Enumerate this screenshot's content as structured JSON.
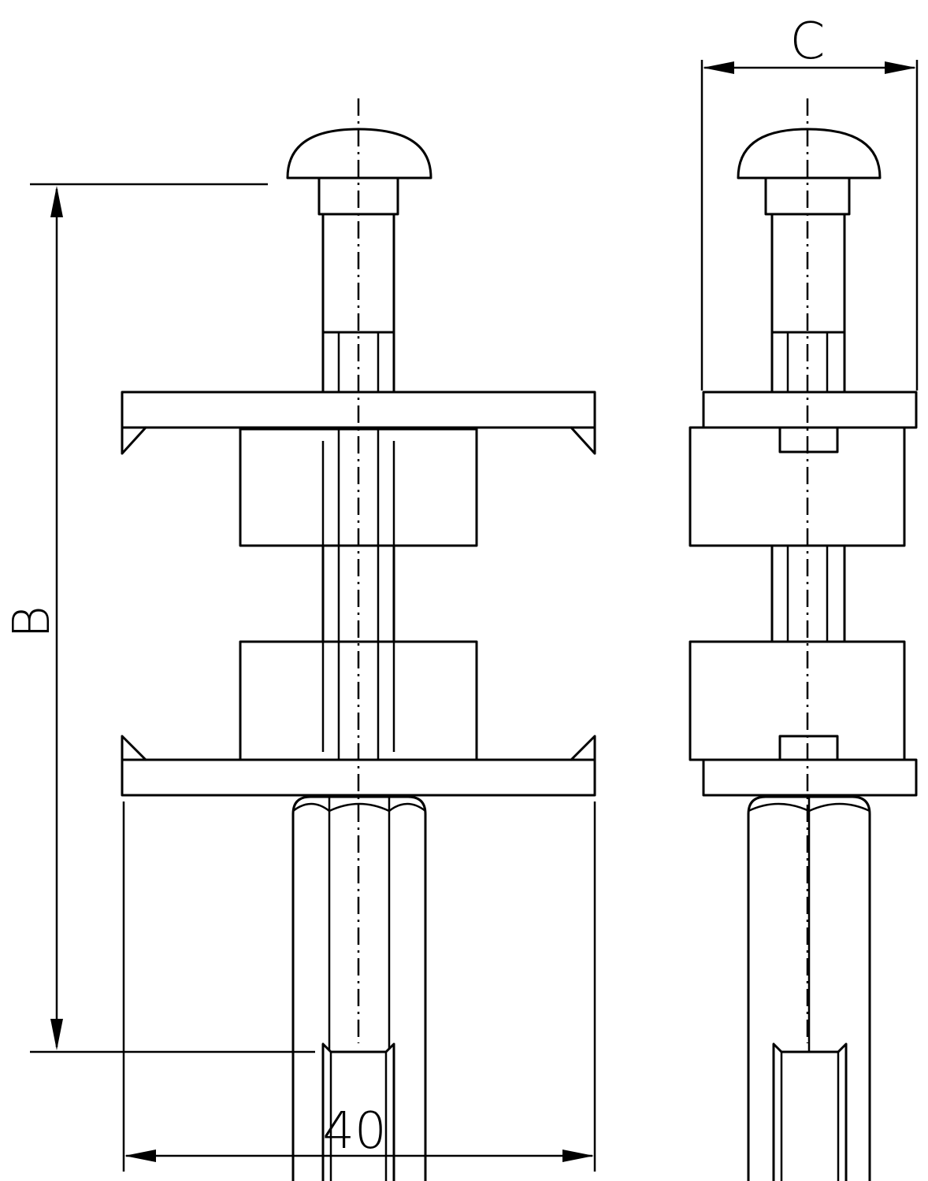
{
  "drawing": {
    "type": "technical-drawing",
    "views": [
      "front-view",
      "side-view"
    ],
    "dimensions": {
      "height_label": "B",
      "width_label": "40",
      "side_width_label": "C"
    },
    "colors": {
      "line": "#000000",
      "background": "#ffffff"
    }
  }
}
